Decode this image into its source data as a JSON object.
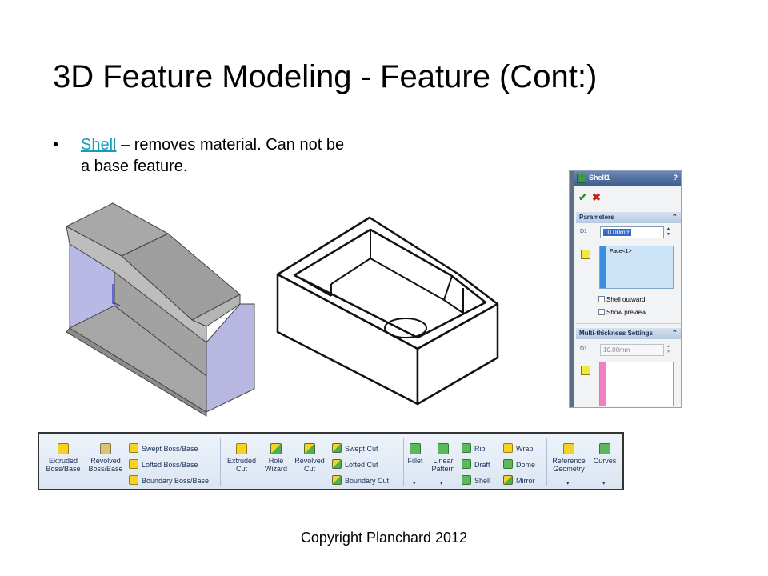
{
  "slide": {
    "title": "3D Feature Modeling - Feature (Cont:)",
    "bullet_marker": "•",
    "bullet_link": "Shell",
    "bullet_rest": " – removes material. Can not be a base feature.",
    "footer": "Copyright Planchard 2012"
  },
  "property_manager": {
    "title": "Shell1",
    "help": "?",
    "ok_glyph": "✔",
    "cancel_glyph": "✖",
    "parameters_header": "Parameters",
    "collapse_glyph": "⌃",
    "dim_icon_label": "D1",
    "thickness_value": "10.00mm",
    "faces_list_item": "Face<1>",
    "shell_outward_label": "Shell outward",
    "show_preview_label": "Show preview",
    "multi_thickness_header": "Multi-thickness Settings",
    "multi_thickness_value": "10.00mm",
    "colors": {
      "face_bar_blue": "#3b8ee0",
      "face_bar_pink": "#f07fc4",
      "title_bar": "#3d5d8e"
    }
  },
  "ribbon": {
    "extruded_boss": "Extruded Boss/Base",
    "revolved_boss": "Revolved Boss/Base",
    "swept_boss": "Swept Boss/Base",
    "lofted_boss": "Lofted Boss/Base",
    "boundary_boss": "Boundary Boss/Base",
    "extruded_cut": "Extruded Cut",
    "hole_wizard": "Hole Wizard",
    "revolved_cut": "Revolved Cut",
    "swept_cut": "Swept Cut",
    "lofted_cut": "Lofted Cut",
    "boundary_cut": "Boundary Cut",
    "fillet": "Fillet",
    "linear_pattern": "Linear Pattern",
    "rib": "Rib",
    "draft": "Draft",
    "shell": "Shell",
    "wrap": "Wrap",
    "dome": "Dome",
    "mirror": "Mirror",
    "reference_geometry": "Reference Geometry",
    "curves": "Curves",
    "dropdown_glyph": "▾"
  }
}
